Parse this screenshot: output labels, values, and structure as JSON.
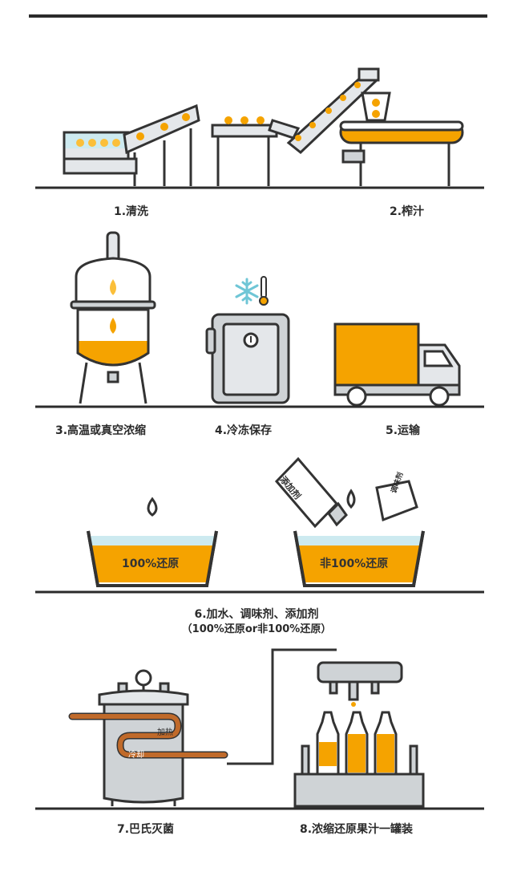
{
  "steps": {
    "s1": "1.清洗",
    "s2": "2.榨汁",
    "s3": "3.高温或真空浓缩",
    "s4": "4.冷冻保存",
    "s5": "5.运输",
    "s6_line1": "6.加水、调味剂、添加剂",
    "s6_line2": "（100%还原or非100%还原）",
    "s7": "7.巴氏灭菌",
    "s8": "8.浓缩还原果汁一罐装"
  },
  "tub_labels": {
    "left": "100%还原",
    "right": "非100%还原"
  },
  "additive_labels": {
    "box": "添加剂",
    "cup": "调味剂"
  },
  "pasteurizer_labels": {
    "heat": "加热",
    "cool": "冷却"
  },
  "colors": {
    "juice": "#f5a300",
    "juice_light": "#fbbf3a",
    "line": "#333333",
    "metal": "#cfd3d6",
    "metal_light": "#e4e7ea",
    "water": "#cdeaf0",
    "pipe": "#c06a2a",
    "snow": "#6fc6d6"
  },
  "icons": [
    "snowflake-icon",
    "thermometer-icon",
    "water-drop-icon",
    "pressure-gauge-icon"
  ]
}
